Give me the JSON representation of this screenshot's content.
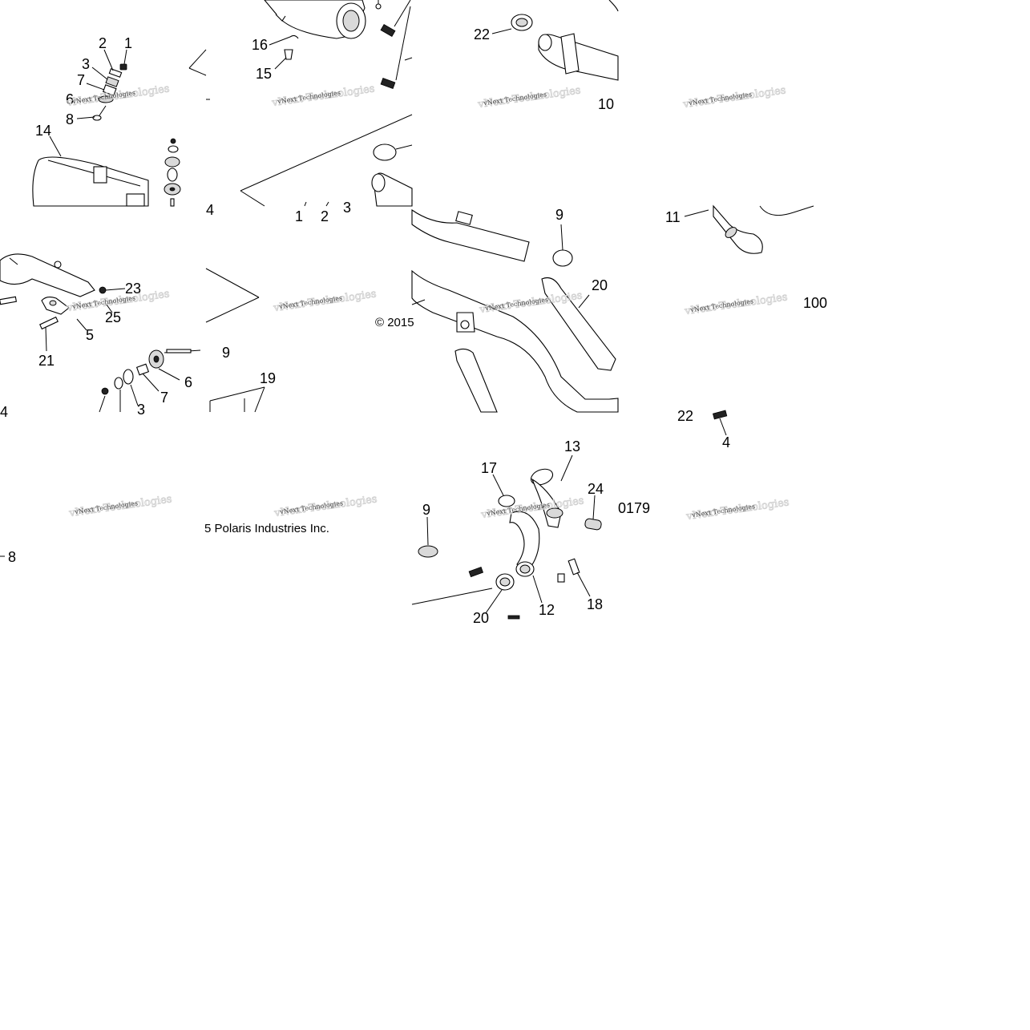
{
  "callouts": {
    "t1": [
      "2",
      "1",
      "3",
      "7",
      "6",
      "8",
      "14"
    ],
    "t2": [
      "16",
      "15"
    ],
    "t3": [
      "22"
    ],
    "t4": [
      "10"
    ],
    "t5": [
      "4"
    ],
    "t6": [
      "1",
      "2",
      "3"
    ],
    "t7": [
      "9"
    ],
    "t8": [
      "11"
    ],
    "t9": [
      "23",
      "25",
      "5",
      "21",
      "9",
      "6",
      "7",
      "3",
      "19"
    ],
    "t10": [
      "20"
    ],
    "t11": [
      "100"
    ],
    "t12": [
      "22",
      "4"
    ],
    "t13": [
      "17",
      "13",
      "24",
      "9"
    ],
    "t14": [
      "8"
    ],
    "t15": [
      "12",
      "18",
      "20"
    ],
    "t16": [
      "0179"
    ]
  },
  "copyright": {
    "left": "5 Polaris Industries Inc.",
    "right": "© 2015"
  },
  "watermark": {
    "text": "vNext Technologies"
  }
}
